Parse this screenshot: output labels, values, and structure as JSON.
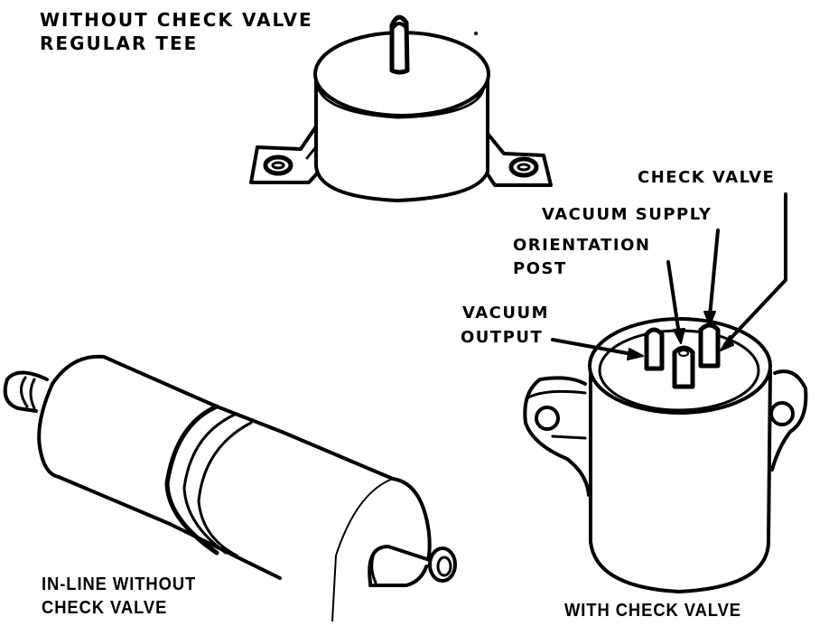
{
  "diagram": {
    "title": "Vacuum delay valve variants",
    "components": [
      {
        "id": "regular-tee",
        "label_lines": [
          "WITHOUT CHECK VALVE",
          "REGULAR TEE"
        ],
        "description": "Round canister with single top port and two flanged mounting ears"
      },
      {
        "id": "in-line",
        "label_lines": [
          "IN-LINE WITHOUT",
          "CHECK VALVE"
        ],
        "description": "Cylindrical in-line body with hose nipples on both ends"
      },
      {
        "id": "with-check-valve",
        "label_lines": [
          "WITH CHECK VALVE"
        ],
        "description": "Canister with three top posts and two mounting ears",
        "callouts": [
          {
            "id": "check-valve",
            "text": "CHECK VALVE"
          },
          {
            "id": "vacuum-supply",
            "text": "VACUUM SUPPLY"
          },
          {
            "id": "orientation-post",
            "text_lines": [
              "ORIENTATION",
              "POST"
            ]
          },
          {
            "id": "vacuum-output",
            "text_lines": [
              "VACUUM",
              "OUTPUT"
            ]
          }
        ]
      }
    ],
    "colors": {
      "ink": "#000000",
      "paper": "#ffffff"
    }
  }
}
